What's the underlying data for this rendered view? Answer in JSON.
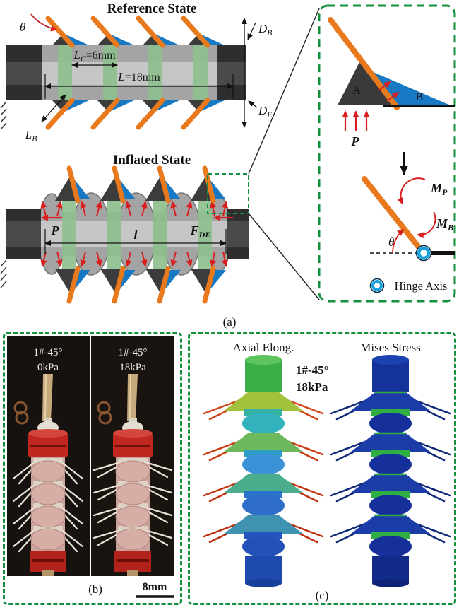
{
  "colors": {
    "barb_orange": "#e8791c",
    "wedge_blue": "#1779c4",
    "band_green": "#8fc08f",
    "dashed_green": "#13913f",
    "arrow_red": "#d81e1e",
    "tube_gray": "#a4a4a4",
    "cap_dark": "#2e2e2e",
    "photo_red": "#c0271f",
    "fea_green": "#3cae48",
    "fea_navy": "#15329a",
    "hinge_blue": "#18a0dc"
  },
  "panel_a": {
    "caption": "(a)",
    "reference_title": "Reference State",
    "inflated_title": "Inflated State",
    "labels": {
      "theta": "θ",
      "lc_main": "L",
      "lc_sub": "C",
      "lc_eq": "=6mm",
      "l_main": "L",
      "l_eq": "=18mm",
      "db_main": "D",
      "db_sub": "B",
      "de_main": "D",
      "de_sub": "E",
      "lb_main": "L",
      "lb_sub": "B",
      "p": "P",
      "l_inflated": "l",
      "f_main": "F",
      "f_sub": "DE"
    },
    "inset": {
      "part_a": "A",
      "part_b": "B",
      "pressure": "P",
      "mp_main": "M",
      "mp_sub": "P",
      "mb_main": "M",
      "mb_sub": "B",
      "theta": "θ",
      "hinge_axis": "Hinge Axis"
    }
  },
  "panel_b": {
    "caption": "(b)",
    "scale_label": "8mm",
    "photo_left": {
      "line1": "1#-45°",
      "line2": "0kPa"
    },
    "photo_right": {
      "line1": "1#-45°",
      "line2": "18kPa"
    }
  },
  "panel_c": {
    "caption": "(c)",
    "left_title": "Axial Elong.",
    "right_title": "Mises Stress",
    "sample_line1": "1#-45°",
    "sample_line2": "18kPa"
  }
}
